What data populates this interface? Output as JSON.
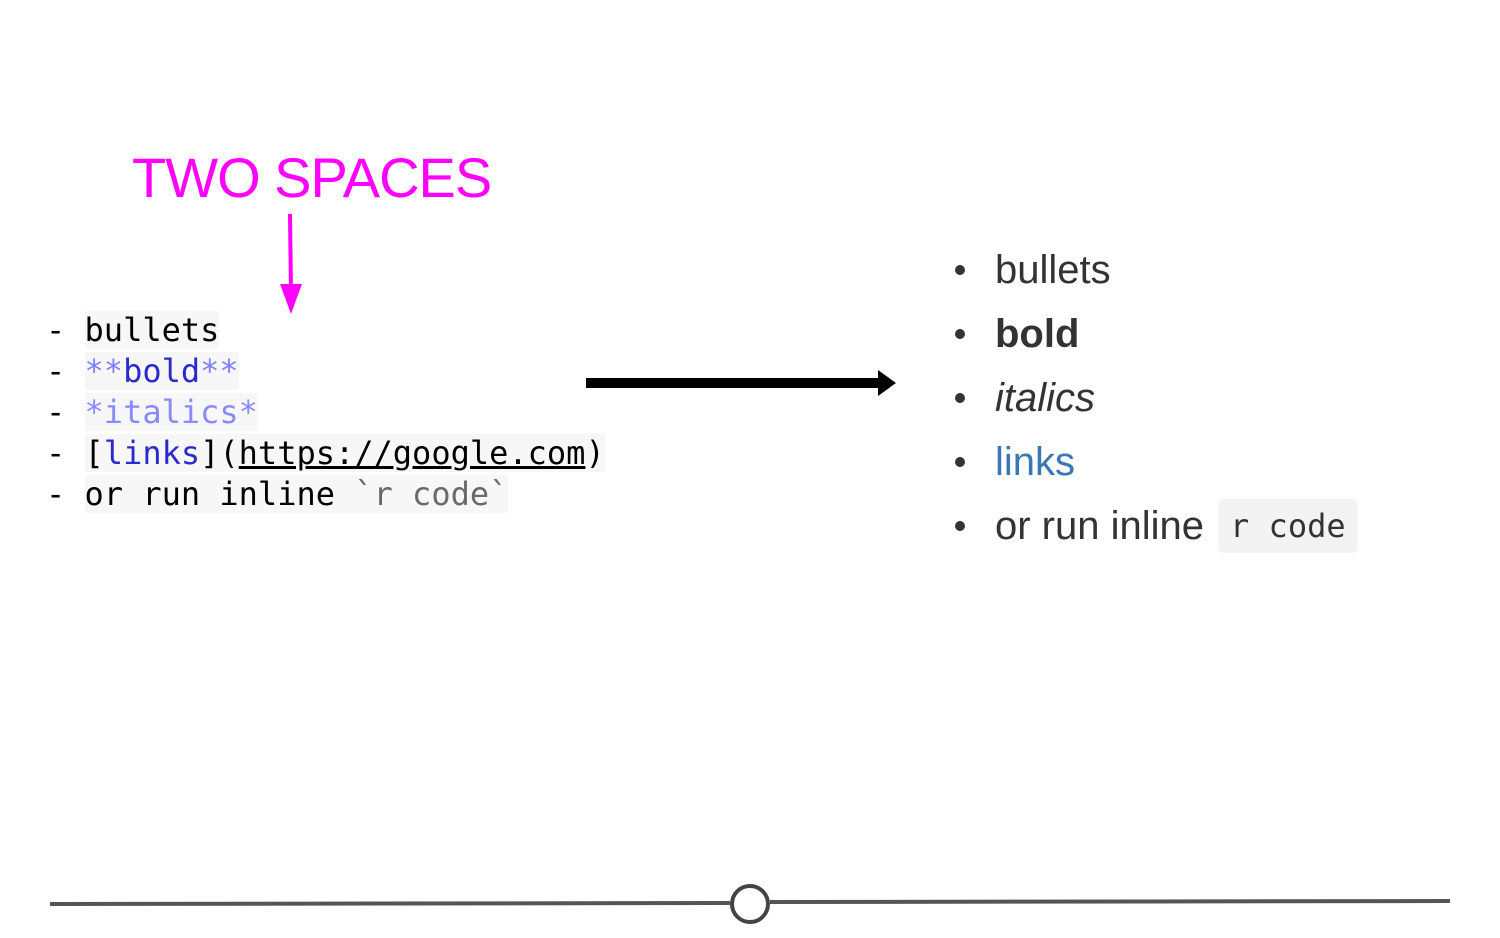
{
  "annotation": {
    "label": "TWO SPACES",
    "color": "#ff00ff"
  },
  "source_lines": [
    {
      "dash": "- ",
      "segments": [
        {
          "text": "bullets",
          "style": "plain"
        }
      ]
    },
    {
      "dash": "- ",
      "segments": [
        {
          "text": "**",
          "style": "mark"
        },
        {
          "text": "bold",
          "style": "bold"
        },
        {
          "text": "**",
          "style": "mark"
        }
      ]
    },
    {
      "dash": "- ",
      "segments": [
        {
          "text": "*italics*",
          "style": "ital"
        }
      ]
    },
    {
      "dash": "- ",
      "segments": [
        {
          "text": "[",
          "style": "plain"
        },
        {
          "text": "links",
          "style": "linktext"
        },
        {
          "text": "](",
          "style": "plain"
        },
        {
          "text": "https://google.com",
          "style": "url"
        },
        {
          "text": ")",
          "style": "plain"
        }
      ]
    },
    {
      "dash": "- ",
      "segments": [
        {
          "text": "or run inline ",
          "style": "plain"
        },
        {
          "text": "`r code`",
          "style": "code"
        }
      ]
    }
  ],
  "rendered_list": {
    "bullets": "bullets",
    "bold": "bold",
    "italics": "italics",
    "links": "links",
    "inline_prefix": "or run inline",
    "inline_code": "r code"
  },
  "colors": {
    "link": "#3a78b5",
    "text": "#333333",
    "code_bg": "#f3f3f3"
  }
}
